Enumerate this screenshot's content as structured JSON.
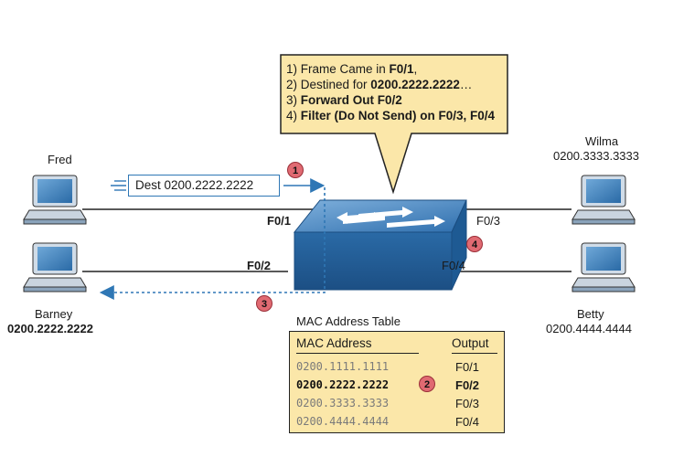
{
  "callout": {
    "lines": [
      [
        {
          "text": "1) Frame Came in ",
          "bold": false
        },
        {
          "text": "F0/1",
          "bold": true
        },
        {
          "text": ",",
          "bold": false
        }
      ],
      [
        {
          "text": "2) Destined for ",
          "bold": false
        },
        {
          "text": "0200.2222.2222",
          "bold": true
        },
        {
          "text": "…",
          "bold": false
        }
      ],
      [
        {
          "text": "3) ",
          "bold": false
        },
        {
          "text": "Forward Out F0/2",
          "bold": true
        }
      ],
      [
        {
          "text": "4) ",
          "bold": false
        },
        {
          "text": "Filter (Do Not Send) on F0/3, F0/4",
          "bold": true
        }
      ]
    ]
  },
  "hosts": {
    "fred": {
      "name": "Fred"
    },
    "barney": {
      "name": "Barney",
      "mac": "0200.2222.2222"
    },
    "wilma": {
      "name": "Wilma",
      "mac": "0200.3333.3333"
    },
    "betty": {
      "name": "Betty",
      "mac": "0200.4444.4444"
    }
  },
  "ports": {
    "f01": "F0/1",
    "f02": "F0/2",
    "f03": "F0/3",
    "f04": "F0/4"
  },
  "frame": {
    "label": "Dest 0200.2222.2222"
  },
  "steps": [
    "1",
    "2",
    "3",
    "4"
  ],
  "mac_table": {
    "title": "MAC Address Table",
    "header_mac": "MAC Address",
    "header_output": "Output",
    "rows": [
      {
        "mac": "0200.1111.1111",
        "output": "F0/1",
        "active": false
      },
      {
        "mac": "0200.2222.2222",
        "output": "F0/2",
        "active": true
      },
      {
        "mac": "0200.3333.3333",
        "output": "F0/3",
        "active": false
      },
      {
        "mac": "0200.4444.4444",
        "output": "F0/4",
        "active": false
      }
    ]
  },
  "colors": {
    "callout_fill": "#fbe7a9",
    "switch_blue": "#2e6eaa",
    "frame_blue": "#2f77b5",
    "badge_red": "#e06a72"
  }
}
